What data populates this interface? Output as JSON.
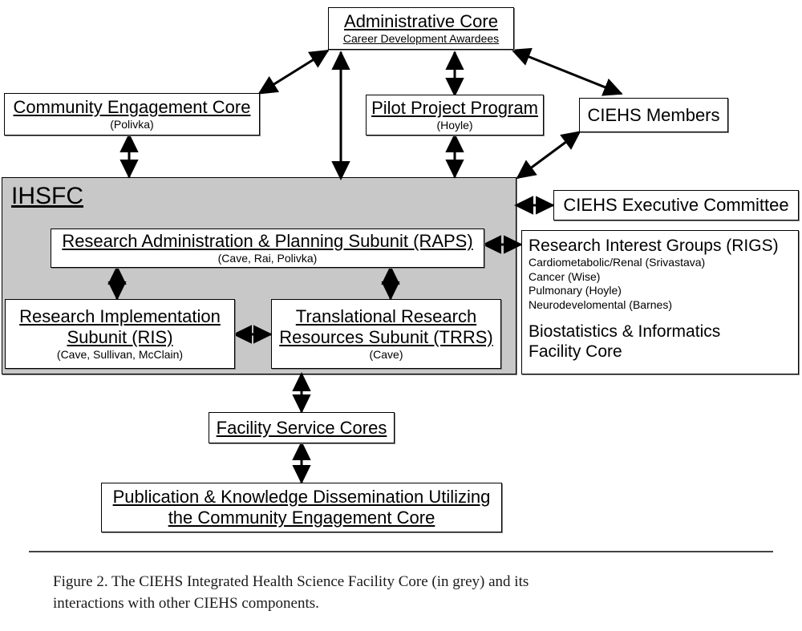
{
  "figure": {
    "caption_line1": "Figure 2.  The CIEHS Integrated Health Science Facility Core (in grey) and its",
    "caption_line2": "interactions with other CIEHS components."
  },
  "colors": {
    "core_fill": "#c8c8c8",
    "box_fill": "#ffffff",
    "stroke": "#000000"
  },
  "boxes": {
    "administrative_core": {
      "title": "Administrative Core",
      "subtitle": "Career Development Awardees"
    },
    "community_engagement_core": {
      "title": "Community Engagement Core",
      "subtitle": "(Polivka)"
    },
    "pilot_project_program": {
      "title": "Pilot Project Program",
      "subtitle": "(Hoyle)"
    },
    "ciehs_members": {
      "title": "CIEHS Members"
    },
    "ciehs_executive_committee": {
      "title": "CIEHS Executive Committee"
    },
    "ihsfc": {
      "label": "IHSFC"
    },
    "raps": {
      "title": "Research Administration & Planning Subunit (RAPS)",
      "subtitle": "(Cave, Rai, Polivka)"
    },
    "ris": {
      "title_line1": "Research Implementation",
      "title_line2": "Subunit (RIS)",
      "subtitle": "(Cave, Sullivan, McClain)"
    },
    "trrs": {
      "title_line1": "Translational Research",
      "title_line2": "Resources Subunit (TRRS)",
      "subtitle": "(Cave)"
    },
    "facility_service_cores": {
      "title": "Facility Service Cores"
    },
    "publication": {
      "title_line1": "Publication & Knowledge Dissemination Utilizing",
      "title_line2": "the Community Engagement Core"
    },
    "rigs": {
      "title": "Research Interest Groups (RIGS)",
      "items": [
        "Cardiometabolic/Renal (Srivastava)",
        "Cancer (Wise)",
        "Pulmonary (Hoyle)",
        "Neurodevelomental (Barnes)"
      ],
      "extra_line1": "Biostatistics & Informatics",
      "extra_line2": "Facility Core"
    }
  },
  "connections": [
    {
      "name": "community-engagement-to-administrative-core",
      "style": "double-headed-diagonal"
    },
    {
      "name": "administrative-core-to-ihsfc",
      "style": "double-headed-vertical"
    },
    {
      "name": "administrative-core-to-pilot-project",
      "style": "double-headed-vertical"
    },
    {
      "name": "administrative-core-to-ciehs-members",
      "style": "double-headed-diagonal"
    },
    {
      "name": "community-engagement-to-ihsfc",
      "style": "double-headed-vertical"
    },
    {
      "name": "pilot-project-to-ihsfc",
      "style": "double-headed-vertical"
    },
    {
      "name": "ciehs-members-to-ihsfc",
      "style": "double-headed-diagonal"
    },
    {
      "name": "ihsfc-to-ciehs-executive-committee",
      "style": "double-headed-horizontal"
    },
    {
      "name": "raps-to-rigs",
      "style": "double-headed-horizontal"
    },
    {
      "name": "raps-to-ris",
      "style": "double-headed-vertical"
    },
    {
      "name": "raps-to-trrs",
      "style": "double-headed-vertical"
    },
    {
      "name": "ris-to-trrs",
      "style": "double-headed-horizontal"
    },
    {
      "name": "ihsfc-to-facility-service-cores",
      "style": "double-headed-vertical"
    },
    {
      "name": "facility-service-cores-to-publication",
      "style": "double-headed-vertical"
    }
  ]
}
